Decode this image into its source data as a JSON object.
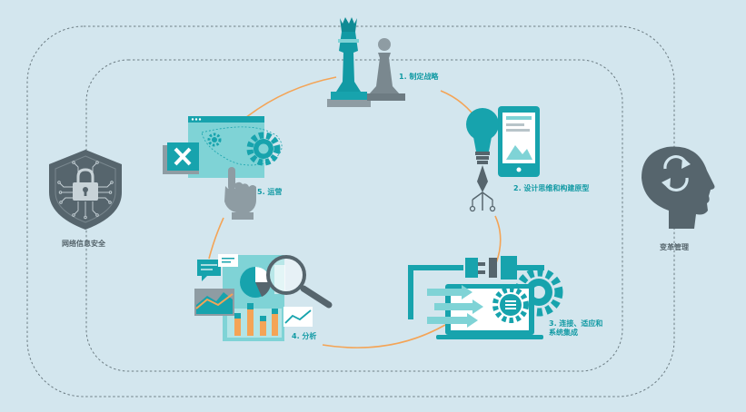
{
  "colors": {
    "background": "#d3e6ee",
    "teal": "#17a3ad",
    "light_teal": "#7fd3d6",
    "dark_gray": "#56656d",
    "mid_gray": "#8e9ca3",
    "orange": "#f4a456",
    "dashed_outline": "#6d7d84",
    "white": "#ffffff"
  },
  "steps": [
    {
      "label": "1. 制定战略",
      "icon": "chess-pieces-icon"
    },
    {
      "label": "2. 设计思维和构建原型",
      "icon": "lightbulb-phone-icon"
    },
    {
      "label_line1": "3. 连接、适应和",
      "label_line2": "系统集成",
      "icon": "laptop-gears-plug-icon"
    },
    {
      "label": "4. 分析",
      "icon": "charts-magnifier-icon"
    },
    {
      "label": "5. 运营",
      "icon": "browser-gear-hand-icon"
    }
  ],
  "side_items": {
    "security": {
      "label": "网络信息安全",
      "icon": "shield-lock-icon"
    },
    "change": {
      "label": "变革管理",
      "icon": "head-refresh-icon"
    }
  }
}
